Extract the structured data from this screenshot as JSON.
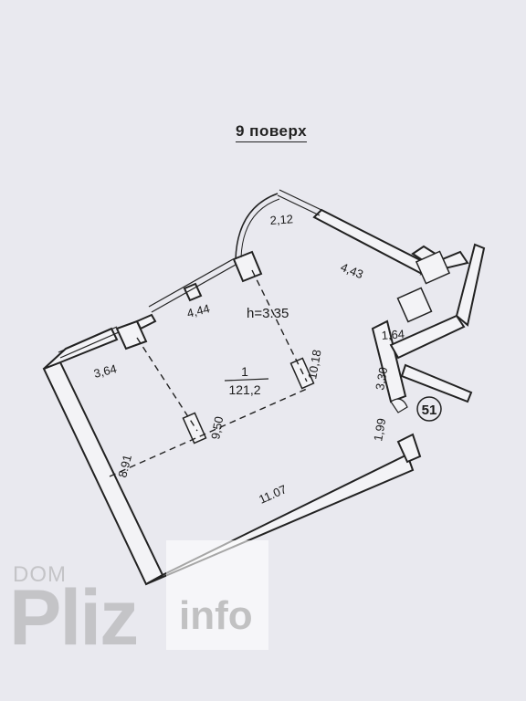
{
  "floor_label": "9 поверх",
  "height_label": "h=3.35",
  "room": {
    "number": "1",
    "area": "121,2"
  },
  "apartment_number": "51",
  "dimensions": {
    "d_2_12": "2,12",
    "d_4_43": "4,43",
    "d_4_44": "4,44",
    "d_3_64": "3,64",
    "d_1_64": "1,64",
    "d_3_30": "3,30",
    "d_10_18": "10,18",
    "d_9_50": "9,50",
    "d_1_99": "1,99",
    "d_8_91": "8.91",
    "d_11_07": "11.07"
  },
  "watermark": {
    "brand_small": "DOM",
    "brand_big": "Pliz",
    "brand_suffix": "info"
  }
}
